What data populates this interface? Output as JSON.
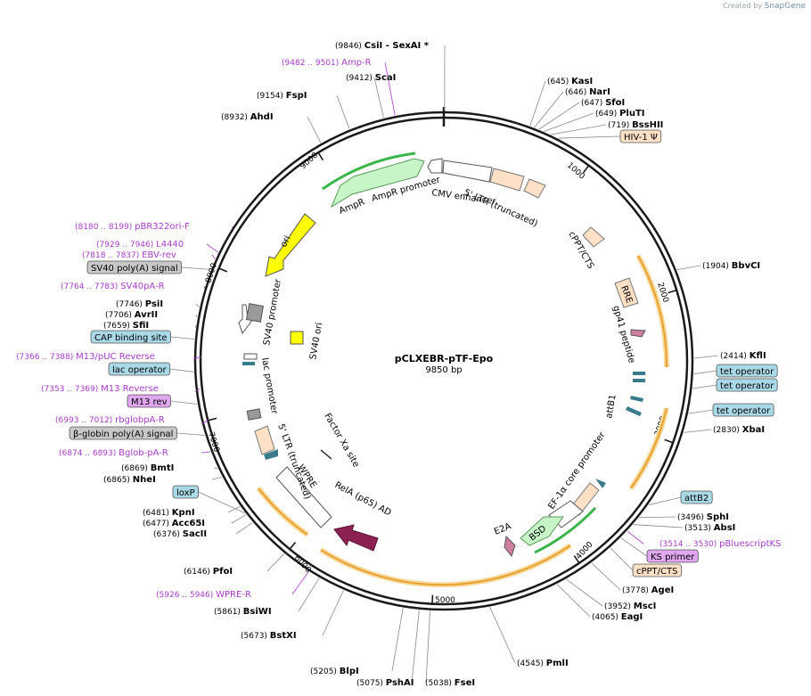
{
  "credit": {
    "prefix": "Created by",
    "brand": "SnapGene"
  },
  "plasmid": {
    "name": "pCLXEBR-pTF-Epo",
    "size": "9850 bp"
  },
  "ticks": [
    "1000",
    "2000",
    "3000",
    "4000",
    "5000",
    "6000",
    "7000",
    "8000",
    "9000"
  ],
  "sites": [
    {
      "name": "CsiI",
      "pos": "(9846)",
      "extra": " - SexAI *"
    },
    {
      "name": "ScaI",
      "pos": "(9412)"
    },
    {
      "name": "FspI",
      "pos": "(9154)"
    },
    {
      "name": "AhdI",
      "pos": "(8932)"
    },
    {
      "name": "KasI",
      "pos": "(645)"
    },
    {
      "name": "NarI",
      "pos": "(646)"
    },
    {
      "name": "SfoI",
      "pos": "(647)"
    },
    {
      "name": "PluTI",
      "pos": "(649)"
    },
    {
      "name": "BssHII",
      "pos": "(719)"
    },
    {
      "name": "BbvCI",
      "pos": "(1904)"
    },
    {
      "name": "KflI",
      "pos": "(2414)"
    },
    {
      "name": "XbaI",
      "pos": "(2830)"
    },
    {
      "name": "SphI",
      "pos": "(3496)"
    },
    {
      "name": "AbsI",
      "pos": "(3513)"
    },
    {
      "name": "AgeI",
      "pos": "(3778)"
    },
    {
      "name": "MscI",
      "pos": "(3952)"
    },
    {
      "name": "EagI",
      "pos": "(4065)"
    },
    {
      "name": "PmlI",
      "pos": "(4545)"
    },
    {
      "name": "FseI",
      "pos": "(5038)"
    },
    {
      "name": "PshAI",
      "pos": "(5075)"
    },
    {
      "name": "BlpI",
      "pos": "(5205)"
    },
    {
      "name": "BstXI",
      "pos": "(5673)"
    },
    {
      "name": "BsiWI",
      "pos": "(5861)"
    },
    {
      "name": "PfoI",
      "pos": "(6146)"
    },
    {
      "name": "SacII",
      "pos": "(6376)"
    },
    {
      "name": "Acc65I",
      "pos": "(6477)"
    },
    {
      "name": "KpnI",
      "pos": "(6481)"
    },
    {
      "name": "NheI",
      "pos": "(6865)"
    },
    {
      "name": "BmtI",
      "pos": "(6869)"
    },
    {
      "name": "SfiI",
      "pos": "(7659)"
    },
    {
      "name": "AvrII",
      "pos": "(7706)"
    },
    {
      "name": "PsiI",
      "pos": "(7746)"
    }
  ],
  "primers": [
    {
      "name": "Amp-R",
      "pos": "(9482 .. 9501)"
    },
    {
      "name": "pBR322ori-F",
      "pos": "(8180 .. 8199)"
    },
    {
      "name": "L4440",
      "pos": "(7929 .. 7946)"
    },
    {
      "name": "EBV-rev",
      "pos": "(7818 .. 7837)"
    },
    {
      "name": "SV40pA-R",
      "pos": "(7764 .. 7783)"
    },
    {
      "name": "M13/pUC Reverse",
      "pos": "(7366 .. 7388)"
    },
    {
      "name": "M13 Reverse",
      "pos": "(7353 .. 7369)"
    },
    {
      "name": "rbglobpA-R",
      "pos": "(6993 .. 7012)"
    },
    {
      "name": "Bglob-pA-R",
      "pos": "(6874 .. 6893)"
    },
    {
      "name": "WPRE-R",
      "pos": "(5926 .. 5946)"
    },
    {
      "name": "pBluescriptKS",
      "pos": "(3514 .. 3530)"
    }
  ],
  "boxes": [
    {
      "label": "HIV-1 Ψ",
      "color": "#fde0c5"
    },
    {
      "label": "tet operator",
      "color": "#a9d8e6"
    },
    {
      "label": "tet operator",
      "color": "#a9d8e6"
    },
    {
      "label": "tet operator",
      "color": "#a9d8e6"
    },
    {
      "label": "attB2",
      "color": "#a9d8e6"
    },
    {
      "label": "KS primer",
      "color": "#e0a6ef"
    },
    {
      "label": "cPPT/CTS",
      "color": "#fde0c5"
    },
    {
      "label": "SV40 poly(A) signal",
      "color": "#c8c8c8"
    },
    {
      "label": "CAP binding site",
      "color": "#a9d8e6"
    },
    {
      "label": "lac operator",
      "color": "#a9d8e6"
    },
    {
      "label": "M13 rev",
      "color": "#e0a6ef"
    },
    {
      "label": "β-globin poly(A) signal",
      "color": "#c8c8c8"
    },
    {
      "label": "loxP",
      "color": "#a9d8e6"
    }
  ],
  "features": [
    "AmpR",
    "AmpR promoter",
    "CMV enhancer",
    "5' LTR (truncated)",
    "cPPT/CTS",
    "RRE",
    "gp41 peptide",
    "attB1",
    "EF-1α core promoter",
    "BSD",
    "E2A",
    "RelA (p65) AD",
    "WPRE",
    "5' LTR (truncated)",
    "Factor Xa site",
    "lac promoter",
    "SV40 promoter",
    "SV40 ori",
    "ori"
  ],
  "colors": {
    "backbone": "#1a1a1a",
    "primer": "#a53cc7",
    "amp": "#c8f5c8",
    "orange_arc": "#e8a030",
    "ori": "#ffff00",
    "rela": "#8b2252"
  }
}
